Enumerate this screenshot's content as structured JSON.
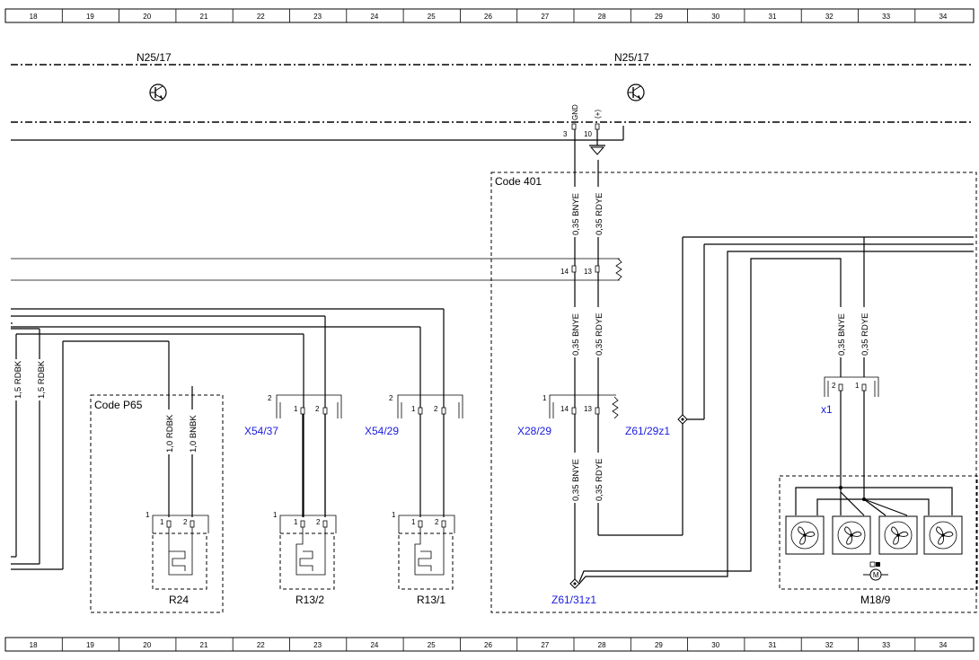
{
  "grid_numbers": [
    "18",
    "19",
    "20",
    "21",
    "22",
    "23",
    "24",
    "25",
    "26",
    "27",
    "28",
    "29",
    "30",
    "31",
    "32",
    "33",
    "34"
  ],
  "modules": {
    "left_label": "N25/17",
    "right_label": "N25/17",
    "pin_gnd": "GND",
    "pin_plus": "(+)",
    "pin_gnd_num": "3",
    "pin_plus_num": "10"
  },
  "regions": {
    "code401": "Code 401",
    "codeP65": "Code P65"
  },
  "wires": {
    "bnye": "0,35 BNYE",
    "rdye": "0,35 RDYE",
    "rdbk15": "1,5 RDBK",
    "rdbk10": "1,0 RDBK",
    "bnbk10": "1,0 BNBK"
  },
  "connectors": {
    "x54_37": "X54/37",
    "x54_29": "X54/29",
    "x28_29": "X28/29",
    "z61_29z1": "Z61/29z1",
    "z61_31z1": "Z61/31z1",
    "x1": "x1",
    "pin1": "1",
    "pin2": "2",
    "pin13": "13",
    "pin14": "14",
    "side2": "2",
    "side1": "1"
  },
  "components": {
    "r24": "R24",
    "r13_2": "R13/2",
    "r13_1": "R13/1",
    "m18_9": "M18/9",
    "motor": "M"
  }
}
